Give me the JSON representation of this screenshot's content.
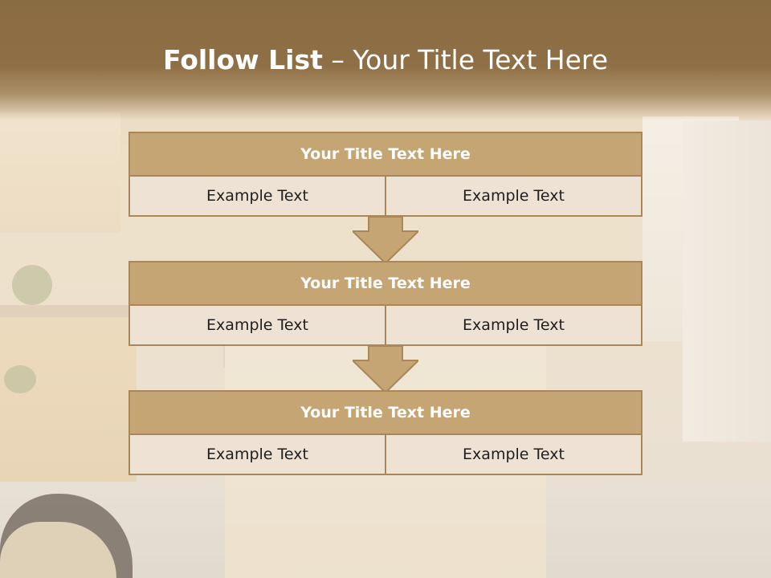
{
  "slide": {
    "title_bold": "Follow List",
    "title_rest": " – Your Title Text Here"
  },
  "blocks": [
    {
      "title": "Your Title Text Here",
      "left": "Example Text",
      "right": "Example Text"
    },
    {
      "title": "Your Title Text Here",
      "left": "Example Text",
      "right": "Example Text"
    },
    {
      "title": "Your Title Text Here",
      "left": "Example Text",
      "right": "Example Text"
    }
  ],
  "colors": {
    "header": "#8f6f45",
    "block_title": "#c5a573",
    "block_border": "#a98758",
    "cell_fill": "#eee2d5",
    "arrow_fill": "#c5a573"
  },
  "icons": {
    "connector": "down-arrow-icon"
  }
}
